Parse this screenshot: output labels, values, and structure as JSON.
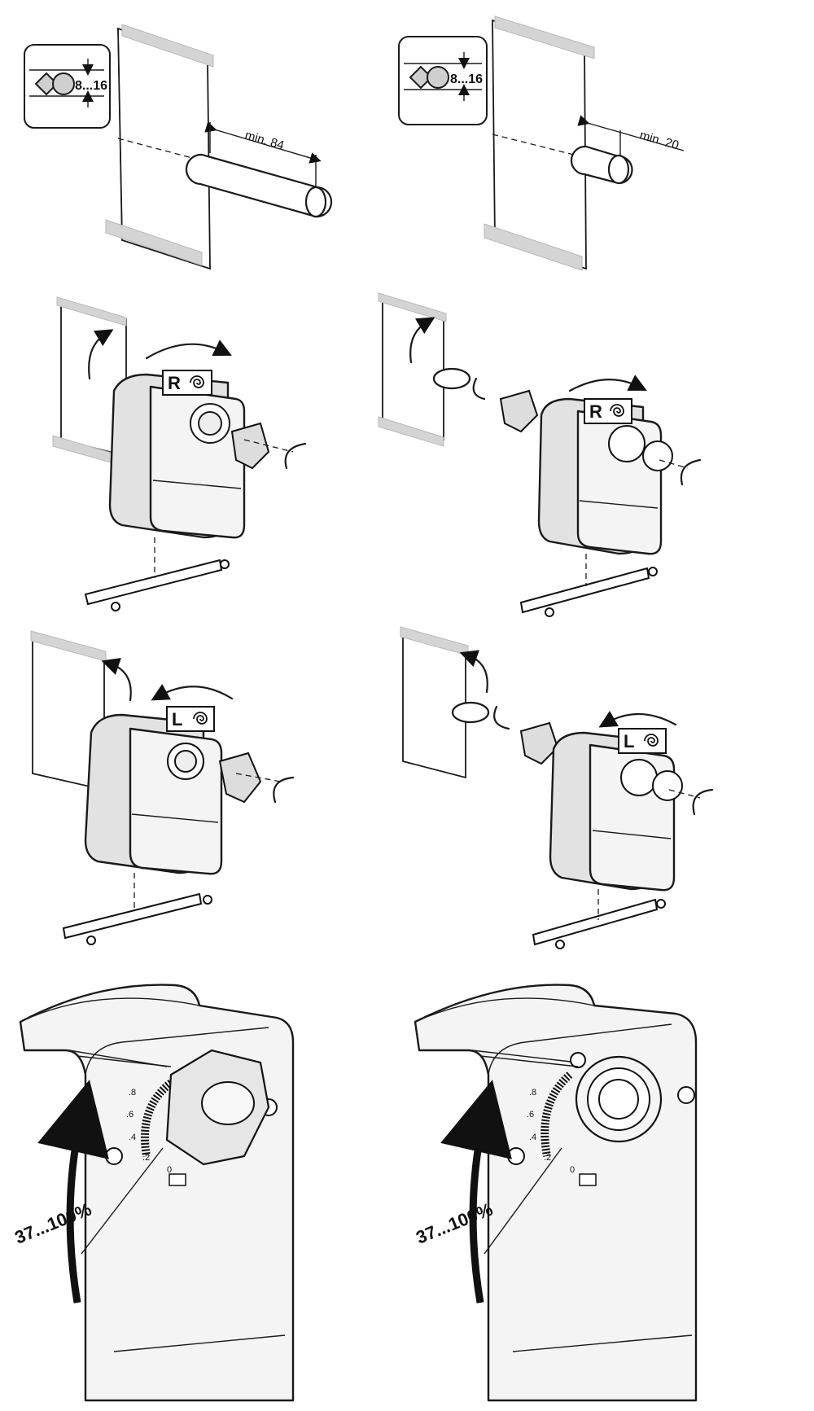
{
  "panels": {
    "shaft_long": {
      "range": "8...16",
      "min_length": "min. 84"
    },
    "shaft_short": {
      "range": "8...16",
      "min_length": "min. 20"
    },
    "mount_right_long": {
      "direction_badge": "R"
    },
    "mount_right_short": {
      "direction_badge": "R"
    },
    "mount_left_long": {
      "direction_badge": "L"
    },
    "mount_left_short": {
      "direction_badge": "L"
    },
    "scale_left": {
      "range": "37...100%",
      "ticks": [
        ".8",
        ".6",
        ".4",
        ".2",
        "0"
      ]
    },
    "scale_right": {
      "range": "37...100%",
      "ticks": [
        ".8",
        ".6",
        ".4",
        ".2",
        "0"
      ]
    }
  },
  "icons": {
    "square_shaft": "diamond-shaft-icon",
    "round_shaft": "round-shaft-icon",
    "spring_return": "spring-return-icon",
    "rotation_arrow": "rotation-arrow-icon"
  }
}
